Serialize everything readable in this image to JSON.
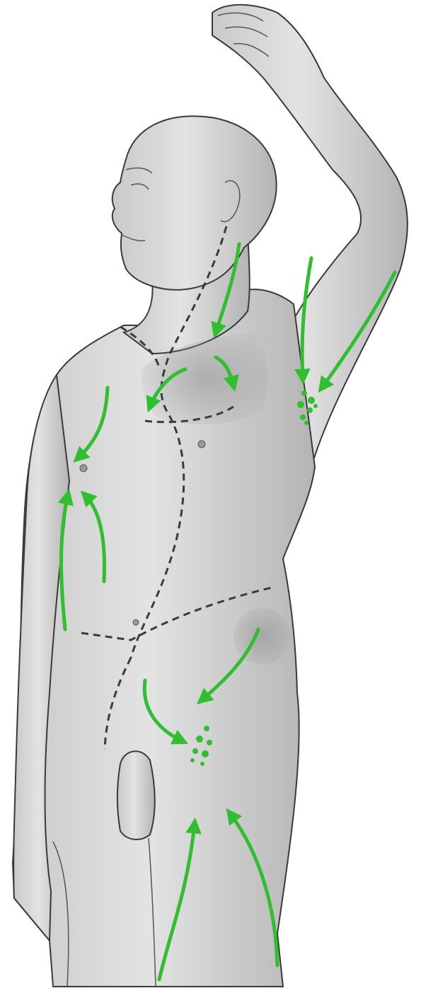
{
  "figure": {
    "subject": "male-torso-lymphatic-drainage",
    "colors": {
      "flow": "#2fbf2f",
      "skin_light": "#d9d9d9",
      "skin_dark": "#9a9a9a",
      "outline": "#3a3a3a",
      "boundary": "#3b3b3b"
    },
    "regions": [
      "head-neck",
      "right-upper-arm",
      "chest",
      "abdomen",
      "groin",
      "left-thigh",
      "right-thigh"
    ],
    "node_groups": [
      "axillary-nodes",
      "inguinal-nodes"
    ],
    "labels": []
  }
}
